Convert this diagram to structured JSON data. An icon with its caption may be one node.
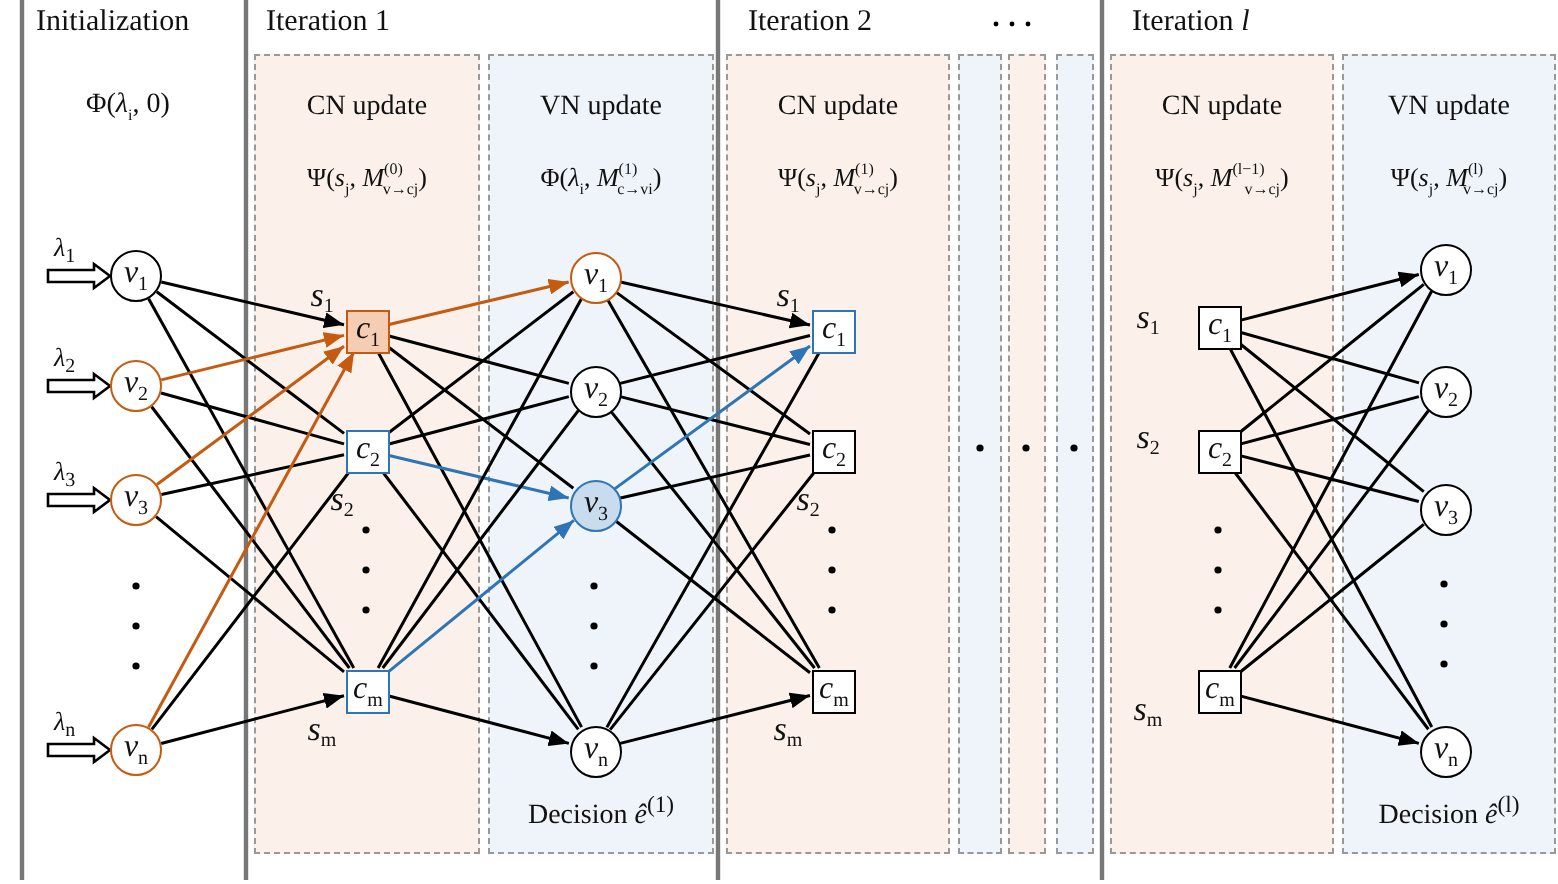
{
  "diagram": {
    "nodes": [
      {
        "text": [
          "*v*$_{1}$"
        ]
      },
      {
        "text": [
          "*v*$_{2}$"
        ]
      },
      {
        "text": [
          "*v*$_{3}$"
        ]
      },
      {
        "text": [
          "*v*$_{n}$"
        ]
      },
      {
        "text": [
          "CN update",
          "Ψ(*s*$_{j}$, *M*$^{(0)}$$_{v→cj}$)"
        ]
      },
      {
        "text": [
          "*c*$_{1}$"
        ],
        "in": 4,
        "beside": [
          "*s*$_{1}$"
        ]
      },
      {
        "text": [
          "*c*$_{2}$"
        ],
        "in": 4,
        "beside": [
          "*s*$_{2}$"
        ]
      },
      {
        "text": [
          "*c*$_{m}$"
        ],
        "in": 4,
        "beside": [
          "*s*$_{m}$"
        ]
      },
      {
        "text": [
          "VN update",
          "Φ(*λ*$_{i}$, *M*$^{(1)}$$_{c→vi}$)",
          "Decision *ê*$^{(1)}$"
        ]
      },
      {
        "text": [
          "*v*$_{1}$"
        ],
        "in": 8
      },
      {
        "text": [
          "*v*$_{2}$"
        ],
        "in": 8
      },
      {
        "text": [
          "*v*$_{3}$"
        ],
        "in": 8
      },
      {
        "text": [
          "*v*$_{n}$"
        ],
        "in": 8
      },
      {
        "text": [
          "CN update",
          "Ψ(*s*$_{j}$, *M*$^{(1)}$$_{v→cj}$)"
        ]
      },
      {
        "text": [
          "*c*$_{1}$"
        ],
        "in": 13,
        "beside": [
          "*s*$_{1}$"
        ]
      },
      {
        "text": [
          "*c*$_{2}$"
        ],
        "in": 13,
        "beside": [
          "*s*$_{2}$"
        ]
      },
      {
        "text": [
          "*c*$_{m}$"
        ],
        "in": 13,
        "beside": [
          "*s*$_{m}$"
        ]
      },
      {
        "text": [],
        "shape": "box"
      },
      {
        "text": [],
        "shape": "box"
      },
      {
        "text": [],
        "shape": "box"
      },
      {
        "text": [
          "CN update",
          "Ψ(*s*$_{j}$, *M*$^{(l−1)}$$_{v→cj}$)"
        ]
      },
      {
        "text": [
          "*c*$_{1}$"
        ],
        "in": 20,
        "beside": [
          "*s*$_{1}$"
        ]
      },
      {
        "text": [
          "*c*$_{2}$"
        ],
        "in": 20,
        "beside": [
          "*s*$_{2}$"
        ]
      },
      {
        "text": [
          "*c*$_{m}$"
        ],
        "in": 20,
        "beside": [
          "*s*$_{m}$"
        ]
      },
      {
        "text": [
          "VN update",
          "Ψ(*s*$_{j}$, *M*$^{(l)}$$_{v→cj}$)",
          "Decision *ê*$^{(l)}$"
        ]
      },
      {
        "text": [
          "*v*$_{1}$"
        ],
        "in": 24
      },
      {
        "text": [
          "*v*$_{2}$"
        ],
        "in": 24
      },
      {
        "text": [
          "*v*$_{3}$"
        ],
        "in": 24
      },
      {
        "text": [
          "*v*$_{n}$"
        ],
        "in": 24
      }
    ],
    "edges": [
      {
        "from": null,
        "to": 0,
        "arrow": "to",
        "label": "*λ*$_{1}$",
        "style": "thick"
      },
      {
        "from": null,
        "to": 1,
        "arrow": "to",
        "label": "*λ*$_{2}$",
        "style": "thick"
      },
      {
        "from": null,
        "to": 2,
        "arrow": "to",
        "label": "*λ*$_{3}$",
        "style": "thick"
      },
      {
        "from": null,
        "to": 3,
        "arrow": "to",
        "label": "*λ*$_{n}$",
        "style": "thick"
      },
      {
        "from": 0,
        "to": 5,
        "arrow": "to"
      },
      {
        "from": 0,
        "to": 6,
        "arrow": "none"
      },
      {
        "from": 0,
        "to": 7,
        "arrow": "none"
      },
      {
        "from": 1,
        "to": 5,
        "arrow": "to",
        "color": "#c55a11"
      },
      {
        "from": 1,
        "to": 6,
        "arrow": "none"
      },
      {
        "from": 1,
        "to": 7,
        "arrow": "none"
      },
      {
        "from": 2,
        "to": 5,
        "arrow": "to",
        "color": "#c55a11"
      },
      {
        "from": 2,
        "to": 6,
        "arrow": "none"
      },
      {
        "from": 2,
        "to": 7,
        "arrow": "none"
      },
      {
        "from": 3,
        "to": 5,
        "arrow": "to",
        "color": "#c55a11"
      },
      {
        "from": 3,
        "to": 6,
        "arrow": "none"
      },
      {
        "from": 3,
        "to": 7,
        "arrow": "to"
      },
      {
        "from": 5,
        "to": 9,
        "arrow": "to",
        "color": "#c55a11"
      },
      {
        "from": 5,
        "to": 10,
        "arrow": "none"
      },
      {
        "from": 5,
        "to": 11,
        "arrow": "none"
      },
      {
        "from": 5,
        "to": 12,
        "arrow": "none"
      },
      {
        "from": 6,
        "to": 9,
        "arrow": "none"
      },
      {
        "from": 6,
        "to": 10,
        "arrow": "none"
      },
      {
        "from": 6,
        "to": 11,
        "arrow": "to",
        "color": "#2e75b6"
      },
      {
        "from": 6,
        "to": 12,
        "arrow": "none"
      },
      {
        "from": 7,
        "to": 9,
        "arrow": "none"
      },
      {
        "from": 7,
        "to": 10,
        "arrow": "none"
      },
      {
        "from": 7,
        "to": 11,
        "arrow": "to",
        "color": "#2e75b6"
      },
      {
        "from": 7,
        "to": 12,
        "arrow": "to"
      },
      {
        "from": 9,
        "to": 14,
        "arrow": "to"
      },
      {
        "from": 9,
        "to": 15,
        "arrow": "none"
      },
      {
        "from": 9,
        "to": 16,
        "arrow": "none"
      },
      {
        "from": 10,
        "to": 14,
        "arrow": "none"
      },
      {
        "from": 10,
        "to": 15,
        "arrow": "none"
      },
      {
        "from": 10,
        "to": 16,
        "arrow": "none"
      },
      {
        "from": 11,
        "to": 14,
        "arrow": "to",
        "color": "#2e75b6"
      },
      {
        "from": 11,
        "to": 15,
        "arrow": "none"
      },
      {
        "from": 11,
        "to": 16,
        "arrow": "none"
      },
      {
        "from": 12,
        "to": 14,
        "arrow": "none"
      },
      {
        "from": 12,
        "to": 15,
        "arrow": "none"
      },
      {
        "from": 12,
        "to": 16,
        "arrow": "to"
      },
      {
        "from": 21,
        "to": 25,
        "arrow": "to"
      },
      {
        "from": 21,
        "to": 26,
        "arrow": "none"
      },
      {
        "from": 21,
        "to": 27,
        "arrow": "none"
      },
      {
        "from": 21,
        "to": 28,
        "arrow": "none"
      },
      {
        "from": 22,
        "to": 25,
        "arrow": "none"
      },
      {
        "from": 22,
        "to": 26,
        "arrow": "none"
      },
      {
        "from": 22,
        "to": 27,
        "arrow": "none"
      },
      {
        "from": 22,
        "to": 28,
        "arrow": "none"
      },
      {
        "from": 23,
        "to": 25,
        "arrow": "none"
      },
      {
        "from": 23,
        "to": 26,
        "arrow": "none"
      },
      {
        "from": 23,
        "to": 27,
        "arrow": "none"
      },
      {
        "from": 23,
        "to": 28,
        "arrow": "to"
      }
    ],
    "labels": [
      "Initialization",
      "Φ(*λ*$_{i}$, 0)",
      "Iteration 1",
      "Iteration 2",
      "Iteration *l*"
    ]
  }
}
